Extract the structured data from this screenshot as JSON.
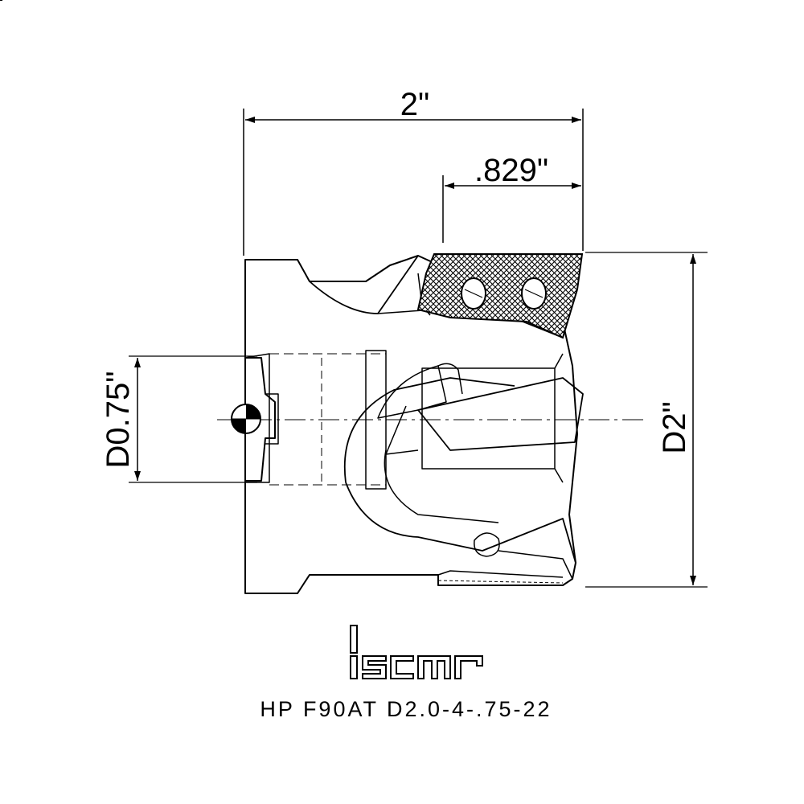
{
  "drawing": {
    "dimensions": {
      "overall_length": "2\"",
      "insert_length": ".829\"",
      "bore_diameter": "D0.75\"",
      "cutting_diameter": "D2\""
    },
    "brand": "iscar",
    "model_code": "HP F90AT D2.0-4-.75-22",
    "colors": {
      "line": "#000000",
      "background": "#ffffff"
    }
  }
}
